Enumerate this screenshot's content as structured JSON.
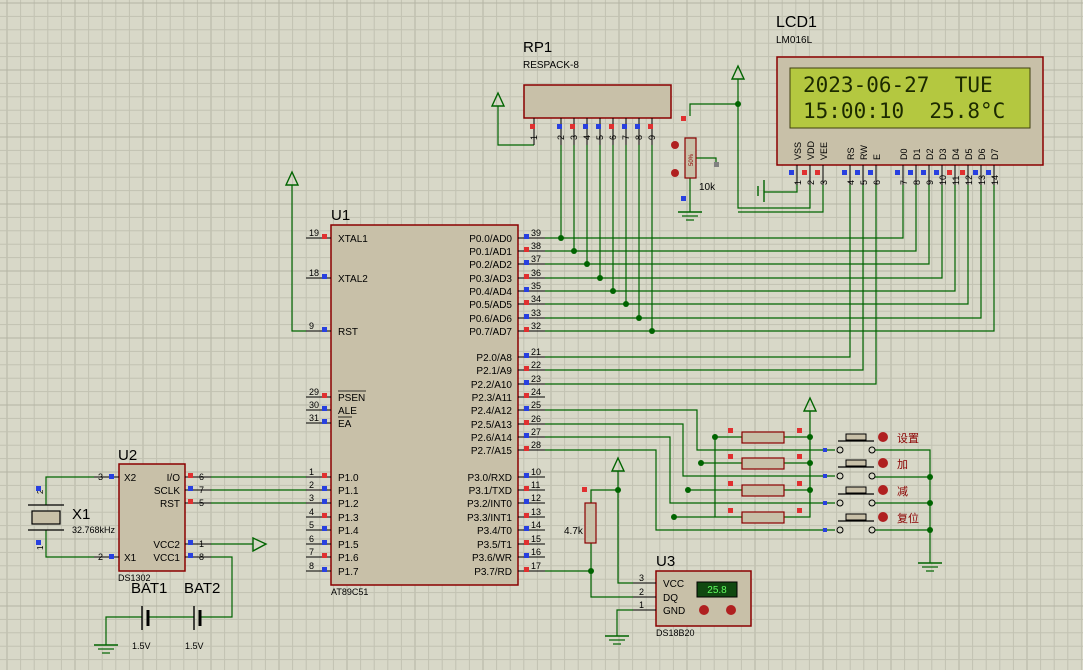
{
  "colors": {
    "background": "#d8d8c8",
    "grid": "#c2c2b2",
    "grid_major": "#b4b4a4",
    "body_fill": "#c8c0a8",
    "body_stroke": "#8b0000",
    "wire": "#006400",
    "pin_red": "#e03030",
    "pin_blue": "#2840e0",
    "lcd_screen": "#b4c840",
    "lcd_text": "#1c2a00"
  },
  "lcd1": {
    "ref": "LCD1",
    "part": "LM016L",
    "line1": "2023-06-27  TUE",
    "line2": "15:00:10  25.8°C",
    "pin_names": [
      "VSS",
      "VDD",
      "VEE",
      "RS",
      "RW",
      "E",
      "D0",
      "D1",
      "D2",
      "D3",
      "D4",
      "D5",
      "D6",
      "D7"
    ],
    "pin_numbers": [
      "1",
      "2",
      "3",
      "4",
      "5",
      "6",
      "7",
      "8",
      "9",
      "10",
      "11",
      "12",
      "13",
      "14"
    ]
  },
  "rp1": {
    "ref": "RP1",
    "part": "RESPACK-8",
    "pins": [
      "1",
      "2",
      "3",
      "4",
      "5",
      "6",
      "7",
      "8",
      "9"
    ]
  },
  "pot": {
    "percent": "50%",
    "value": "10k"
  },
  "u1": {
    "ref": "U1",
    "part": "AT89C51",
    "left_pins": [
      {
        "num": "19",
        "name": "XTAL1"
      },
      {
        "num": "18",
        "name": "XTAL2"
      },
      {
        "num": "9",
        "name": "RST"
      },
      {
        "num": "29",
        "name": "PSEN"
      },
      {
        "num": "30",
        "name": "ALE"
      },
      {
        "num": "31",
        "name": "EA"
      },
      {
        "num": "1",
        "name": "P1.0"
      },
      {
        "num": "2",
        "name": "P1.1"
      },
      {
        "num": "3",
        "name": "P1.2"
      },
      {
        "num": "4",
        "name": "P1.3"
      },
      {
        "num": "5",
        "name": "P1.4"
      },
      {
        "num": "6",
        "name": "P1.5"
      },
      {
        "num": "7",
        "name": "P1.6"
      },
      {
        "num": "8",
        "name": "P1.7"
      }
    ],
    "right_pins": [
      {
        "num": "39",
        "name": "P0.0/AD0"
      },
      {
        "num": "38",
        "name": "P0.1/AD1"
      },
      {
        "num": "37",
        "name": "P0.2/AD2"
      },
      {
        "num": "36",
        "name": "P0.3/AD3"
      },
      {
        "num": "35",
        "name": "P0.4/AD4"
      },
      {
        "num": "34",
        "name": "P0.5/AD5"
      },
      {
        "num": "33",
        "name": "P0.6/AD6"
      },
      {
        "num": "32",
        "name": "P0.7/AD7"
      },
      {
        "num": "21",
        "name": "P2.0/A8"
      },
      {
        "num": "22",
        "name": "P2.1/A9"
      },
      {
        "num": "23",
        "name": "P2.2/A10"
      },
      {
        "num": "24",
        "name": "P2.3/A11"
      },
      {
        "num": "25",
        "name": "P2.4/A12"
      },
      {
        "num": "26",
        "name": "P2.5/A13"
      },
      {
        "num": "27",
        "name": "P2.6/A14"
      },
      {
        "num": "28",
        "name": "P2.7/A15"
      },
      {
        "num": "10",
        "name": "P3.0/RXD"
      },
      {
        "num": "11",
        "name": "P3.1/TXD"
      },
      {
        "num": "12",
        "name": "P3.2/INT0"
      },
      {
        "num": "13",
        "name": "P3.3/INT1"
      },
      {
        "num": "14",
        "name": "P3.4/T0"
      },
      {
        "num": "15",
        "name": "P3.5/T1"
      },
      {
        "num": "16",
        "name": "P3.6/WR"
      },
      {
        "num": "17",
        "name": "P3.7/RD"
      }
    ]
  },
  "u2": {
    "ref": "U2",
    "part": "DS1302",
    "left_pins": [
      {
        "num": "3",
        "name": "X2"
      },
      {
        "num": "2",
        "name": "X1"
      }
    ],
    "right_pins": [
      {
        "num": "6",
        "name": "I/O"
      },
      {
        "num": "7",
        "name": "SCLK"
      },
      {
        "num": "5",
        "name": "RST"
      },
      {
        "num": "1",
        "name": "VCC2"
      },
      {
        "num": "8",
        "name": "VCC1"
      }
    ]
  },
  "x1": {
    "ref": "X1",
    "freq": "32.768kHz",
    "pin_top": "2",
    "pin_bottom": "1"
  },
  "bat1": {
    "ref": "BAT1",
    "value": "1.5V"
  },
  "bat2": {
    "ref": "BAT2",
    "value": "1.5V"
  },
  "u3": {
    "ref": "U3",
    "part": "DS18B20",
    "pins": [
      {
        "num": "3",
        "name": "VCC"
      },
      {
        "num": "2",
        "name": "DQ"
      },
      {
        "num": "1",
        "name": "GND"
      }
    ],
    "reading": "25.8"
  },
  "r_pullup": {
    "value": "4.7k"
  },
  "buttons": [
    {
      "label": "设置"
    },
    {
      "label": "加"
    },
    {
      "label": "减"
    },
    {
      "label": "复位"
    }
  ]
}
